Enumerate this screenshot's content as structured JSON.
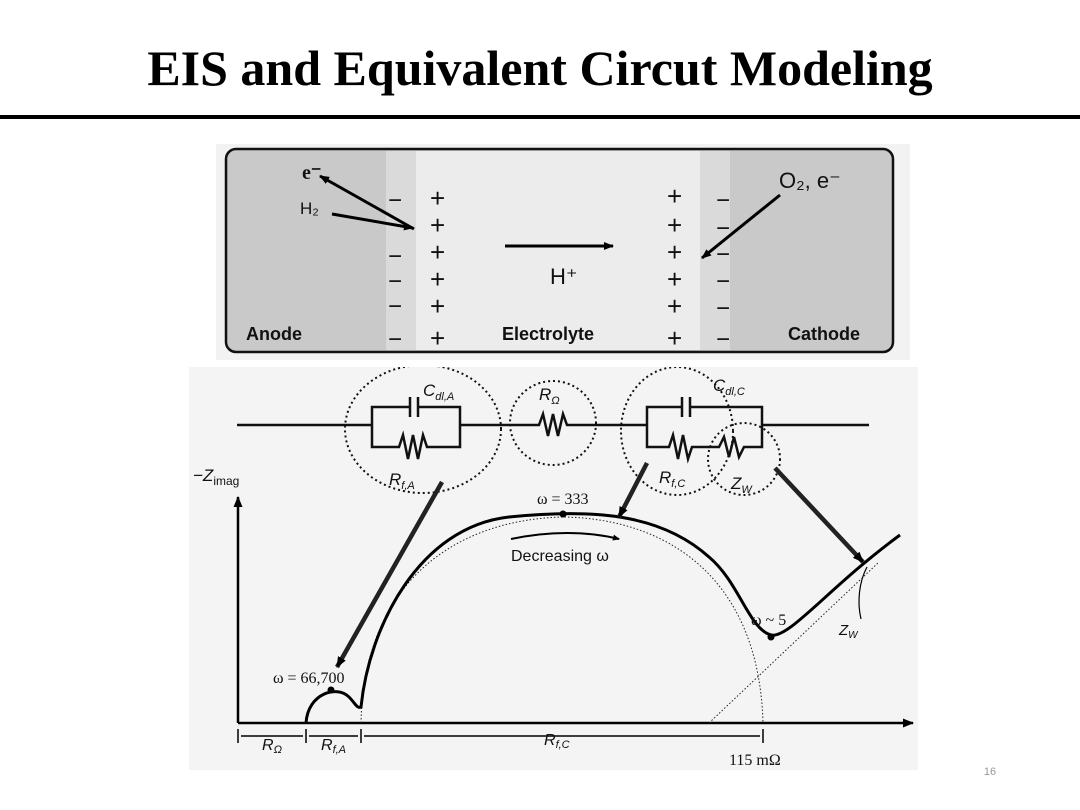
{
  "slide": {
    "title": "EIS and Equivalent Circut Modeling",
    "page_number": "16"
  },
  "cell_diagram": {
    "anode_label": "Anode",
    "electrolyte_label": "Electrolyte",
    "cathode_label": "Cathode",
    "electron_label": "e⁻",
    "hydrogen_label": "H₂",
    "oxygen_label": "O₂, e⁻",
    "proton_label": "H⁺",
    "minus_sign": "−",
    "plus_sign": "+"
  },
  "circuit": {
    "cdl_anode_label": "C",
    "cdl_anode_sub": "dl,A",
    "rf_anode_label": "R",
    "rf_anode_sub": "f,A",
    "r_ohm_label": "R",
    "r_ohm_sub": "Ω",
    "cdl_cathode_label": "C",
    "cdl_cathode_sub": "dl,C",
    "rf_cathode_label": "R",
    "rf_cathode_sub": "f,C",
    "zw_label": "Z",
    "zw_sub": "W"
  },
  "nyquist": {
    "y_axis_label": "−Z",
    "y_axis_sub": "imag",
    "omega_high": "ω = 66,700",
    "omega_mid": "ω = 333",
    "omega_low": "ω ~ 5",
    "direction_label": "Decreasing ω",
    "zw_tail_label": "Z",
    "zw_tail_sub": "W",
    "x_seg_rohm": "R",
    "x_seg_rohm_sub": "Ω",
    "x_seg_rfa": "R",
    "x_seg_rfa_sub": "f,A",
    "x_seg_rfc": "R",
    "x_seg_rfc_sub": "f,C",
    "x_end_value": "115 mΩ"
  }
}
